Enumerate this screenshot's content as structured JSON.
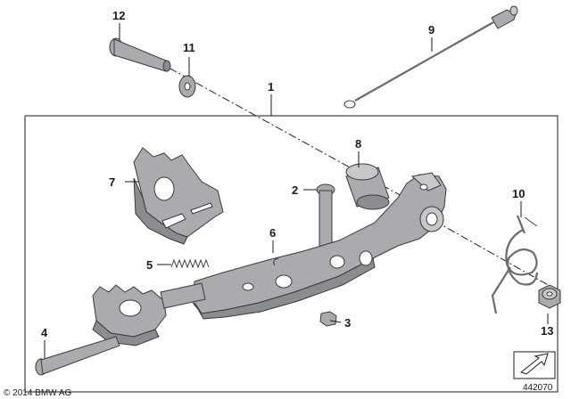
{
  "callouts": [
    {
      "id": "1",
      "label": "1"
    },
    {
      "id": "2",
      "label": "2"
    },
    {
      "id": "3",
      "label": "3"
    },
    {
      "id": "4",
      "label": "4"
    },
    {
      "id": "5",
      "label": "5"
    },
    {
      "id": "6",
      "label": "6"
    },
    {
      "id": "7",
      "label": "7"
    },
    {
      "id": "8",
      "label": "8"
    },
    {
      "id": "9",
      "label": "9"
    },
    {
      "id": "10",
      "label": "10"
    },
    {
      "id": "11",
      "label": "11"
    },
    {
      "id": "12",
      "label": "12"
    },
    {
      "id": "13",
      "label": "13"
    }
  ],
  "footer": {
    "copyright": "© 2014 BMW AG",
    "diagram_number": "442070"
  },
  "colors": {
    "part_fill": "#a9abae",
    "outline": "#3a3a3a",
    "background": "#ffffff"
  },
  "icons": {
    "direction_symbol": "arrow-in-box-icon"
  }
}
